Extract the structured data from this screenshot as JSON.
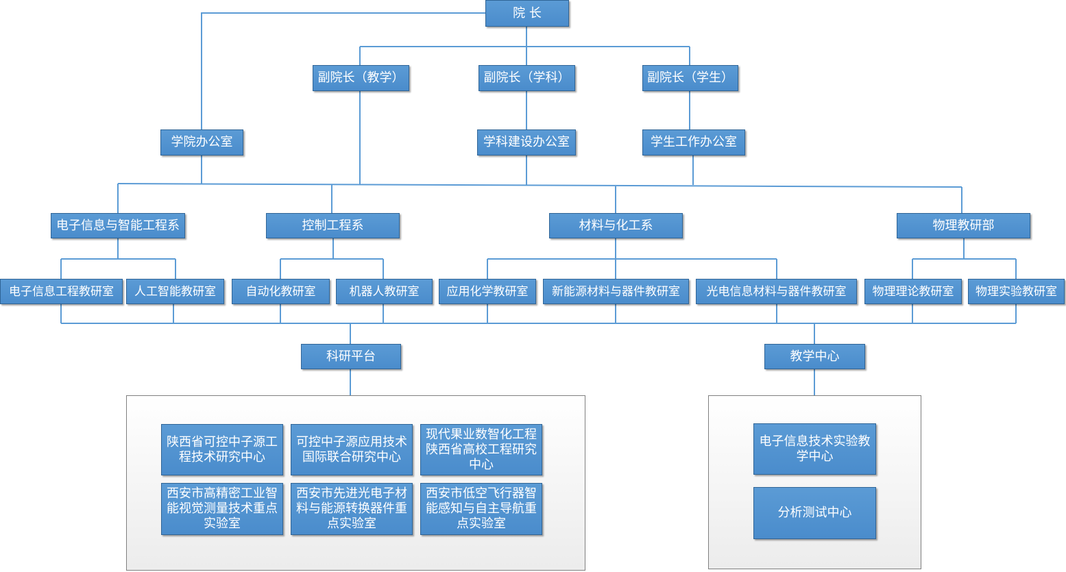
{
  "colors": {
    "box_fill": "#5b9bd5",
    "box_border": "#2f6496",
    "connector": "#5b9bd5",
    "panel_border": "#7f7f7f"
  },
  "dean": "院 长",
  "vice_deans": {
    "teaching": "副院长（教学）",
    "discipline": "副院长（学科）",
    "student": "副院长（学生）"
  },
  "offices": {
    "college": "学院办公室",
    "discipline": "学科建设办公室",
    "student_affairs": "学生工作办公室"
  },
  "departments": {
    "electronic": "电子信息与智能工程系",
    "control": "控制工程系",
    "materials": "材料与化工系",
    "physics": "物理教研部"
  },
  "sections": {
    "ei_eng": "电子信息工程教研室",
    "ai": "人工智能教研室",
    "automation": "自动化教研室",
    "robotics": "机器人教研室",
    "applied_chem": "应用化学教研室",
    "new_energy": "新能源材料与器件教研室",
    "optoelectronic": "光电信息材料与器件教研室",
    "theoretical_physics": "物理理论教研室",
    "experimental_physics": "物理实验教研室"
  },
  "platforms": {
    "research": "科研平台",
    "teaching": "教学中心"
  },
  "research_centers": [
    "陕西省可控中子源工程技术研究中心",
    "可控中子源应用技术国际联合研究中心",
    "现代果业数智化工程陕西省高校工程研究中心",
    "西安市高精密工业智能视觉测量技术重点实验室",
    "西安市先进光电子材料与能源转换器件重点实验室",
    "西安市低空飞行器智能感知与自主导航重点实验室"
  ],
  "teaching_centers": [
    "电子信息技术实验教学中心",
    "分析测试中心"
  ]
}
